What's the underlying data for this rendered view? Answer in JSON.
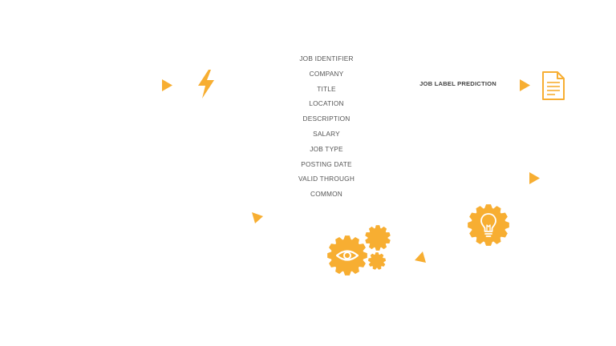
{
  "colors": {
    "accent": "#F7AE32",
    "text": "#555555",
    "text_dark": "#444444",
    "background": "#FFFFFF"
  },
  "fields": [
    "JOB IDENTIFIER",
    "COMPANY",
    "TITLE",
    "LOCATION",
    "DESCRIPTION",
    "SALARY",
    "JOB TYPE",
    "POSTING DATE",
    "VALID THROUGH",
    "COMMON"
  ],
  "prediction": {
    "label": "JOB LABEL PREDICTION"
  },
  "icons": [
    "lightning-bolt-icon",
    "document-icon",
    "eye-gear-icon",
    "lightbulb-gear-icon",
    "play-arrow-icon"
  ]
}
